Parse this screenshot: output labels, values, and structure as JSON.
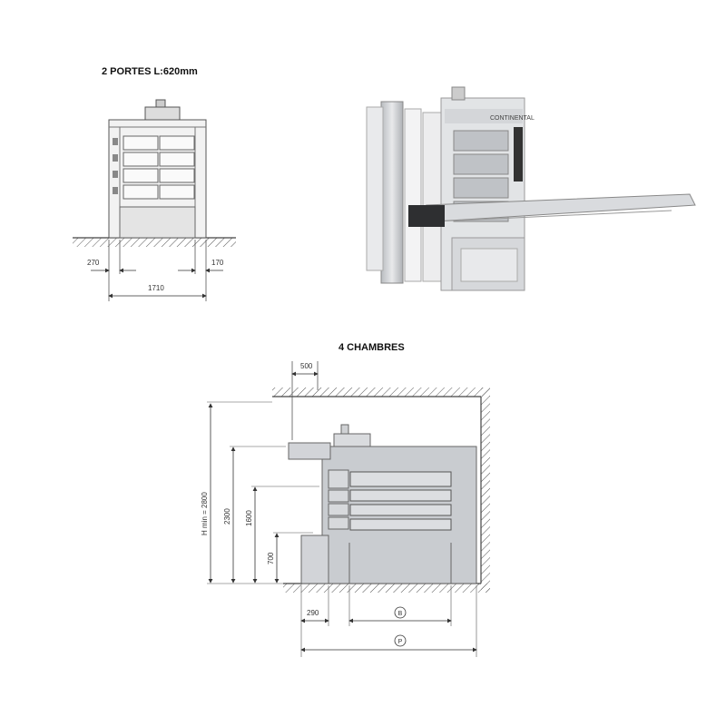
{
  "front_view": {
    "title": "2 PORTES L:620mm",
    "dims": {
      "left_clearance": "270",
      "right_clearance": "170",
      "width": "1710"
    }
  },
  "photo": {
    "brand": "CONTINENTAL"
  },
  "side_view": {
    "title": "4 CHAMBRES",
    "dims": {
      "top_clearance": "500",
      "height_min": "H min = 2800",
      "height_2300": "2300",
      "height_1600": "1600",
      "height_700": "700",
      "front_offset": "290",
      "depth_b": "B",
      "depth_p": "P"
    }
  },
  "colors": {
    "line": "#555555",
    "panel": "#e6e6e6",
    "oven_body": "#c9ccd0"
  }
}
